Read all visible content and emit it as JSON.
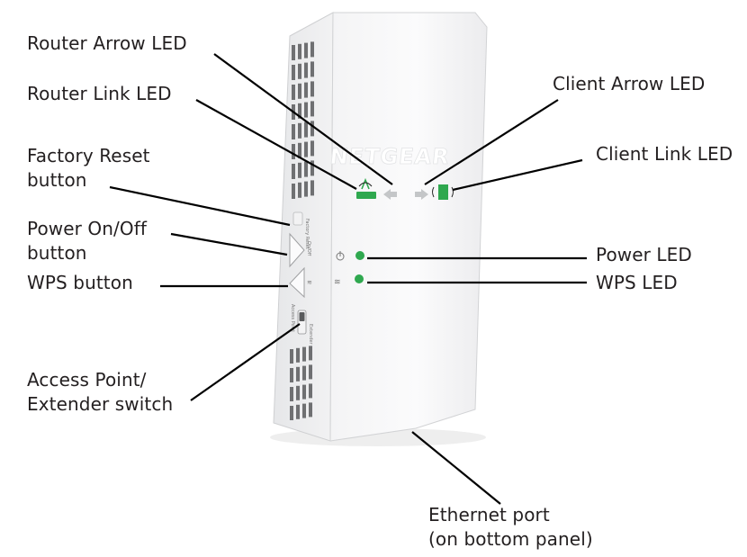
{
  "brand": "NETGEAR",
  "device_text": {
    "reset_label": "Factory Reset",
    "power_label": "On/Off",
    "switch_label_top": "Access Point",
    "switch_label_bottom": "Extender"
  },
  "callouts": {
    "router_arrow_led": "Router Arrow LED",
    "router_link_led": "Router Link LED",
    "factory_reset_line1": "Factory Reset",
    "factory_reset_line2": "button",
    "power_button_line1": "Power On/Off",
    "power_button_line2": "button",
    "wps_button": "WPS button",
    "access_point_line1": "Access Point/",
    "access_point_line2": "Extender switch",
    "client_arrow_led": "Client Arrow LED",
    "client_link_led": "Client Link LED",
    "power_led": "Power LED",
    "wps_led": "WPS LED",
    "ethernet_line1": "Ethernet port",
    "ethernet_line2": "(on bottom panel)"
  },
  "colors": {
    "led_green": "#2fa84f",
    "arrow_gray": "#c4c6c8",
    "leader_line": "#000000",
    "label_text": "#231f20"
  }
}
